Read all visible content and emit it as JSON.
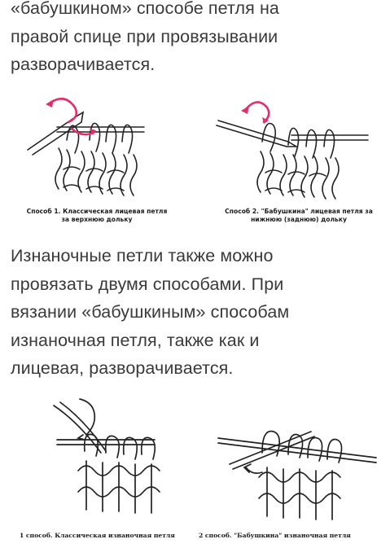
{
  "paragraph_top": {
    "lines": [
      "«бабушкином» способе петля на",
      "правой спице при провязывании",
      "разворачивается."
    ]
  },
  "figure_row_1": {
    "left_caption": [
      "Способ 1.  Классическая лицевая  петля",
      "за  верхнюю дольку"
    ],
    "right_caption": [
      "Способ 2.  \"Бабушкина\"  лицевая петля за",
      "нижнюю (заднюю)  дольку"
    ],
    "arrow_color": "#e0306a"
  },
  "paragraph_middle": {
    "lines": [
      "Изнаночные петли также можно",
      "провязать двумя способами. При",
      "вязании «бабушкиным» способам",
      "изнаночная петля, также как и",
      "лицевая, разворачивается."
    ]
  },
  "figure_row_2": {
    "left_caption": "1 способ.  Классическая изнаночная петля",
    "right_caption": "2  способ.  \"Бабушкина\"  изнаночная петля"
  }
}
